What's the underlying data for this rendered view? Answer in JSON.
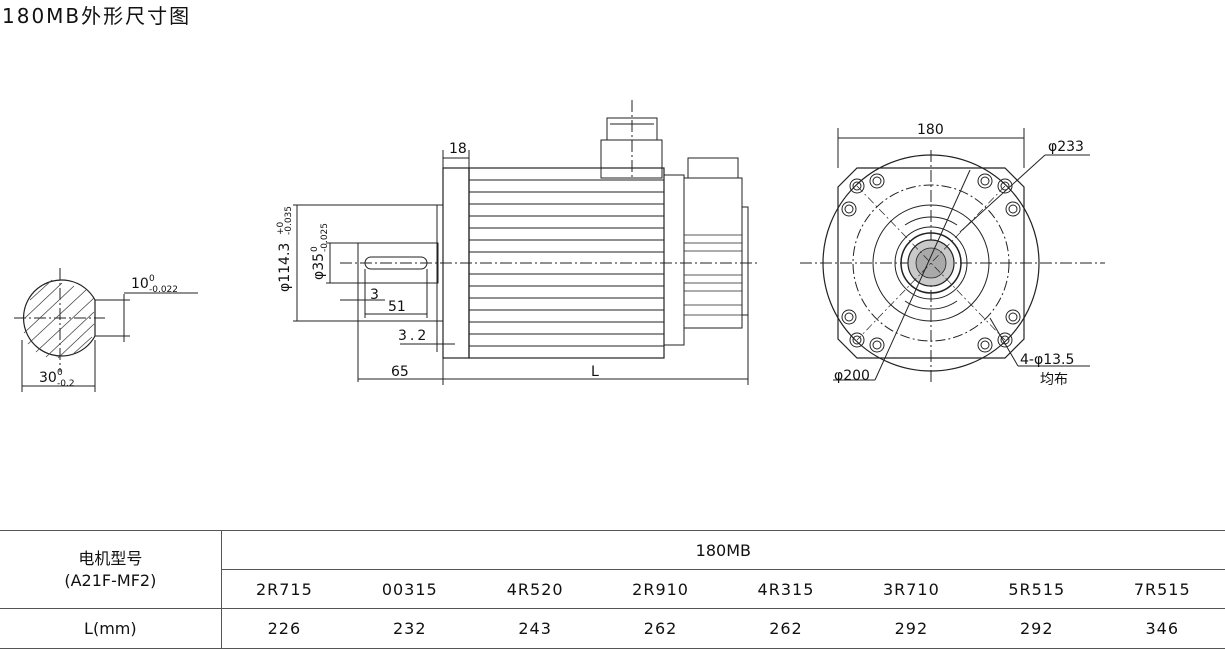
{
  "title": "180MB外形尺寸图",
  "dims": {
    "shaft_key": "10",
    "shaft_key_tol_sup": "0",
    "shaft_key_tol_sub": "-0.022",
    "shaft_depth": "30",
    "shaft_depth_tol_sup": "0",
    "shaft_depth_tol_sub": "-0.2",
    "flange_18": "18",
    "pilot_dia": "φ114.3",
    "pilot_tol_sup": "+0",
    "pilot_tol_sub": "-0.035",
    "shaft_dia": "φ35",
    "shaft_tol_sup": "0",
    "shaft_tol_sub": "-0.025",
    "d_3": "3",
    "d_51": "51",
    "d_3_2": "3.2",
    "d_65": "65",
    "d_L": "L",
    "d_180": "180",
    "d_233": "φ233",
    "d_200": "φ200",
    "d_holes": "4-φ13.5",
    "d_holes_note": "均布"
  },
  "table": {
    "row_header_1": "电机型号",
    "row_header_1b": "(A21F-MF2)",
    "series": "180MB",
    "row_header_2": "L(mm)",
    "models": [
      "2R715",
      "00315",
      "4R520",
      "2R910",
      "4R315",
      "3R710",
      "5R515",
      "7R515"
    ],
    "lengths": [
      "226",
      "232",
      "243",
      "262",
      "262",
      "292",
      "292",
      "346"
    ]
  }
}
